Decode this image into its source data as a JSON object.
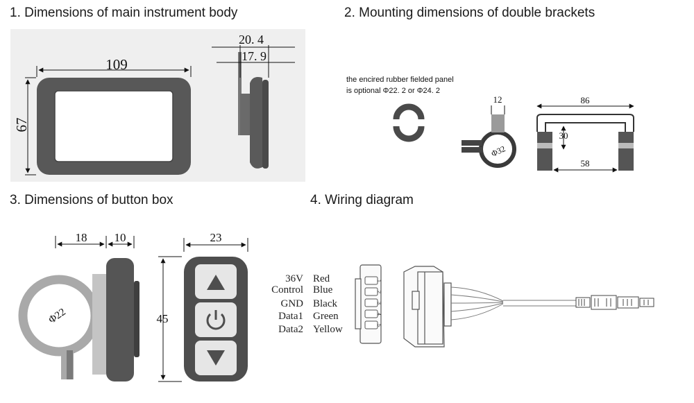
{
  "sections": {
    "s1_title": "1. Dimensions of main instrument body",
    "s2_title": "2. Mounting dimensions of double brackets",
    "s3_title": "3. Dimensions of button box",
    "s4_title": "4. Wiring diagram"
  },
  "body_dims": {
    "width": "109",
    "height": "67",
    "depth_total": "20. 4",
    "depth_inner": "17. 9"
  },
  "bracket": {
    "note_line1": "the encired rubber fielded panel",
    "note_line2": "is optional Φ22. 2  or Φ24. 2",
    "clamp_width": "12",
    "clamp_diameter": "Φ32",
    "total_width": "86",
    "inner_height": "30",
    "inner_width": "58"
  },
  "button_box": {
    "clamp_offset": "18",
    "thickness": "10",
    "width": "23",
    "height": "45",
    "clamp_diameter": "Φ22",
    "icons": [
      "up-arrow-icon",
      "power-icon",
      "down-arrow-icon"
    ]
  },
  "wiring": {
    "functions": [
      "36V",
      "Control",
      "GND",
      "Data1",
      "Data2"
    ],
    "colors": [
      "Red",
      "Blue",
      "Black",
      "Green",
      "Yellow"
    ],
    "pins": [
      "1",
      "2",
      "3",
      "4",
      "5"
    ]
  }
}
